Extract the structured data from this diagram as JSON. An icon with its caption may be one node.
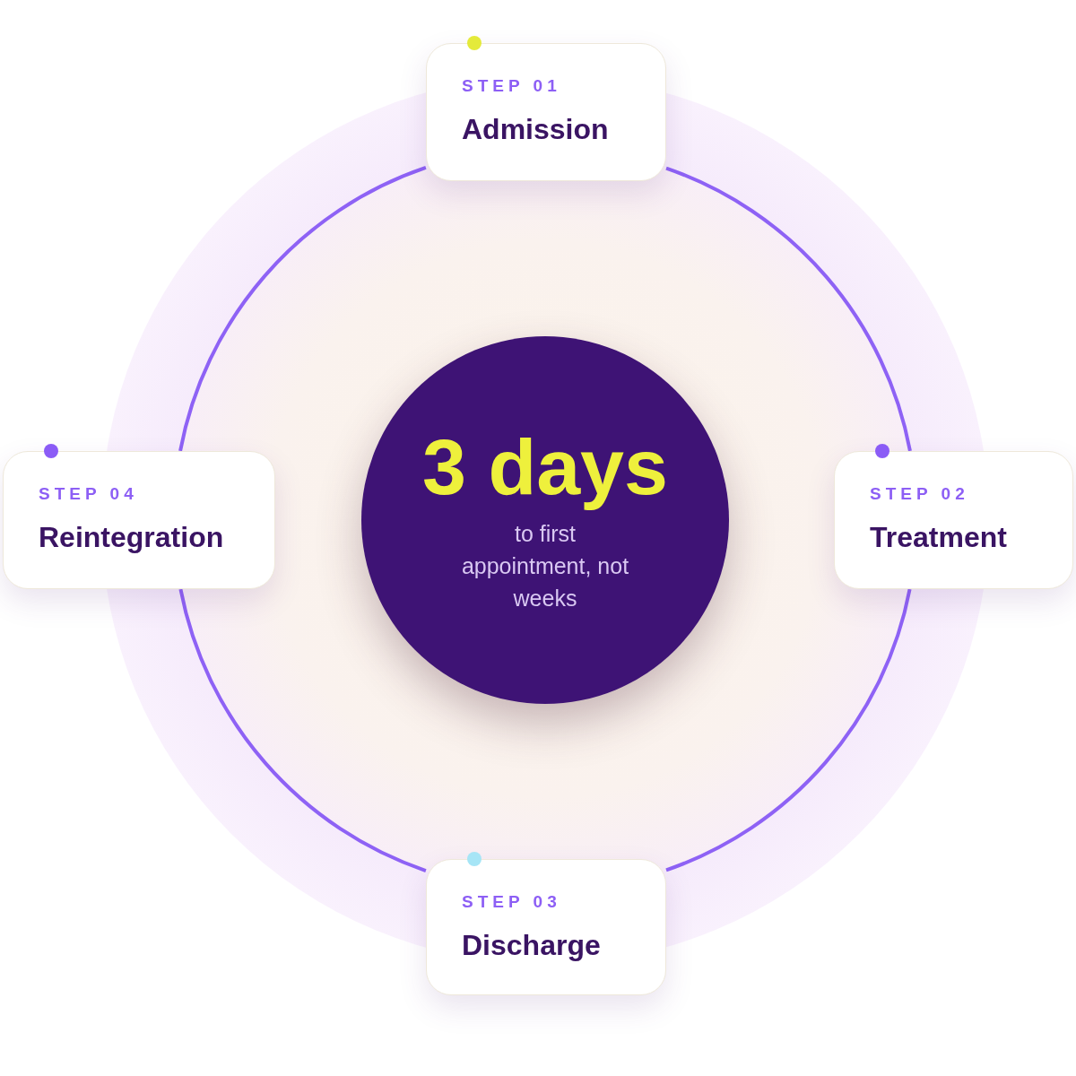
{
  "diagram": {
    "nodes": [
      {
        "text": [
          "STEP 01",
          "Admission"
        ]
      },
      {
        "text": [
          "STEP 04",
          "Reintegration"
        ]
      },
      {
        "text": [
          "3 days",
          "to first appointment, not weeks"
        ]
      },
      {
        "text": [
          "STEP 02",
          "Treatment"
        ]
      },
      {
        "text": [
          "STEP 03",
          "Discharge"
        ]
      }
    ],
    "edges": [
      {
        "from": 0,
        "to": 3,
        "arrow": "none"
      },
      {
        "from": 3,
        "to": 4,
        "arrow": "none"
      },
      {
        "from": 4,
        "to": 1,
        "arrow": "none"
      },
      {
        "from": 1,
        "to": 0,
        "arrow": "none"
      }
    ]
  }
}
